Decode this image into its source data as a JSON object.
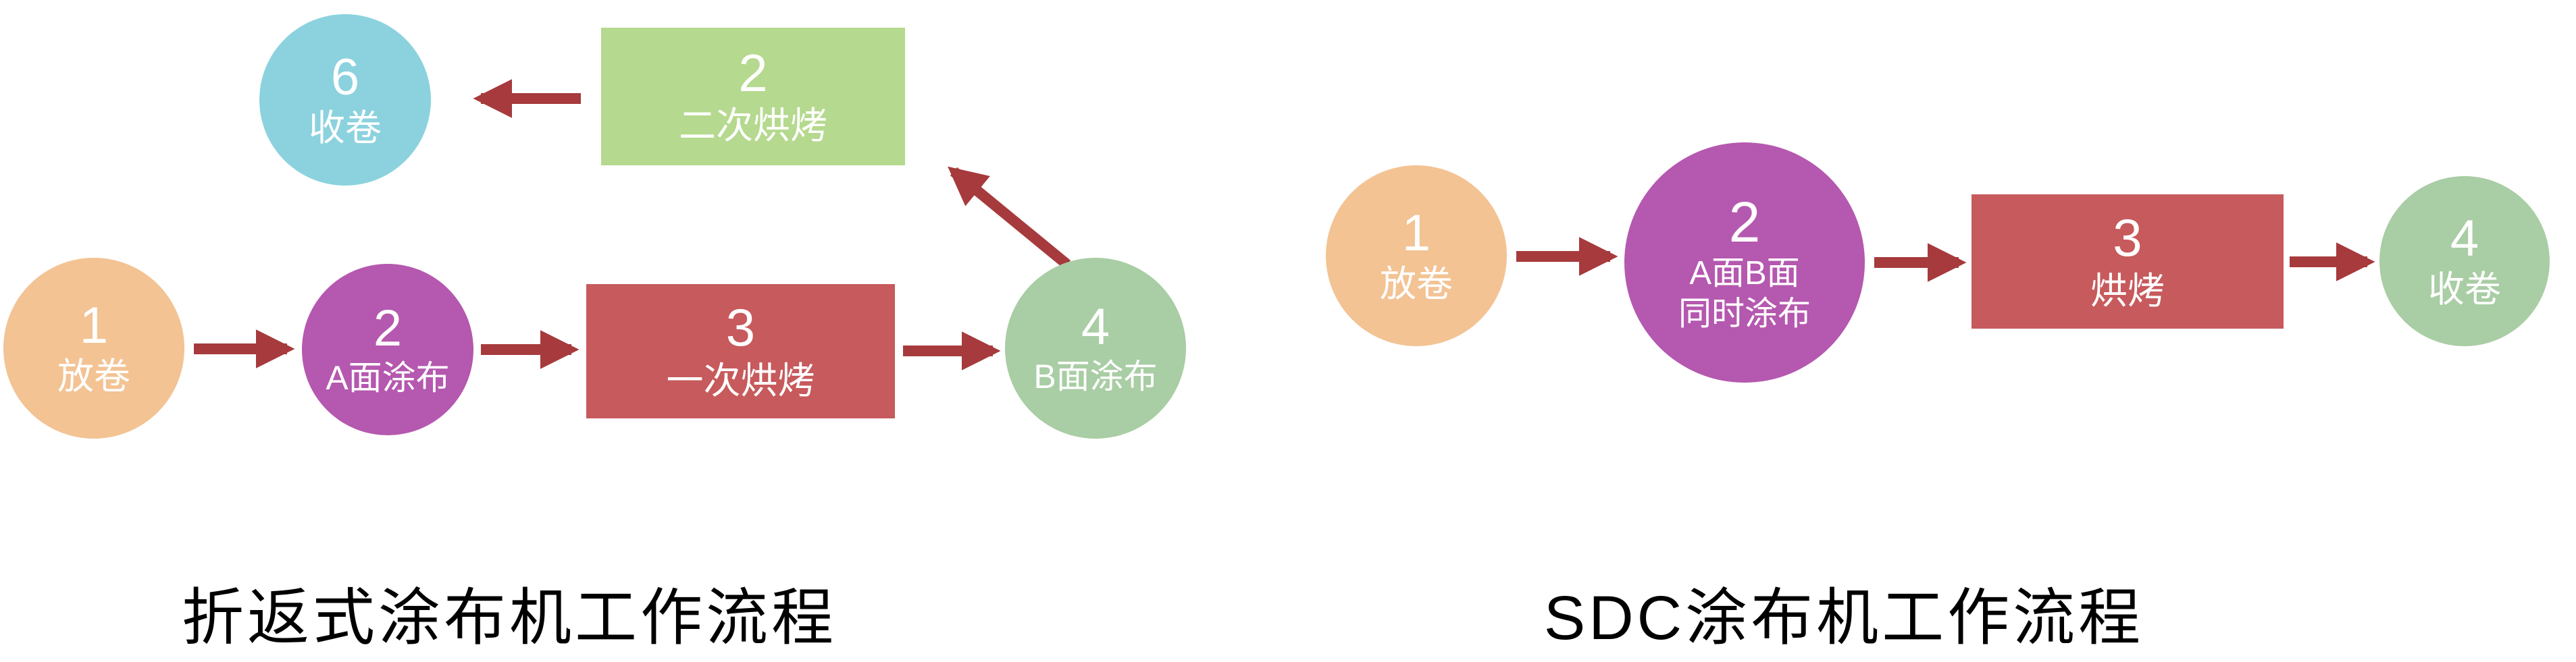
{
  "colors": {
    "orange": "#f3c394",
    "purple": "#b558af",
    "red": "#c75a5c",
    "green": "#a9cda4",
    "lime": "#b5d98e",
    "cyan": "#8bd2de",
    "arrow": "#a63a3c",
    "node_text": "#ffffff",
    "title_text": "#000000",
    "background": "#ffffff"
  },
  "left_diagram": {
    "title": "折返式涂布机工作流程",
    "nodes": [
      {
        "number": "1",
        "label": "放卷"
      },
      {
        "number": "2",
        "label": "A面涂布"
      },
      {
        "number": "3",
        "label": "一次烘烤"
      },
      {
        "number": "4",
        "label": "B面涂布"
      },
      {
        "number": "2",
        "label": "二次烘烤"
      },
      {
        "number": "6",
        "label": "收卷"
      }
    ]
  },
  "right_diagram": {
    "title": "SDC涂布机工作流程",
    "nodes": [
      {
        "number": "1",
        "label": "放卷"
      },
      {
        "number": "2",
        "label": "A面B面",
        "label2": "同时涂布"
      },
      {
        "number": "3",
        "label": "烘烤"
      },
      {
        "number": "4",
        "label": "收卷"
      }
    ]
  }
}
